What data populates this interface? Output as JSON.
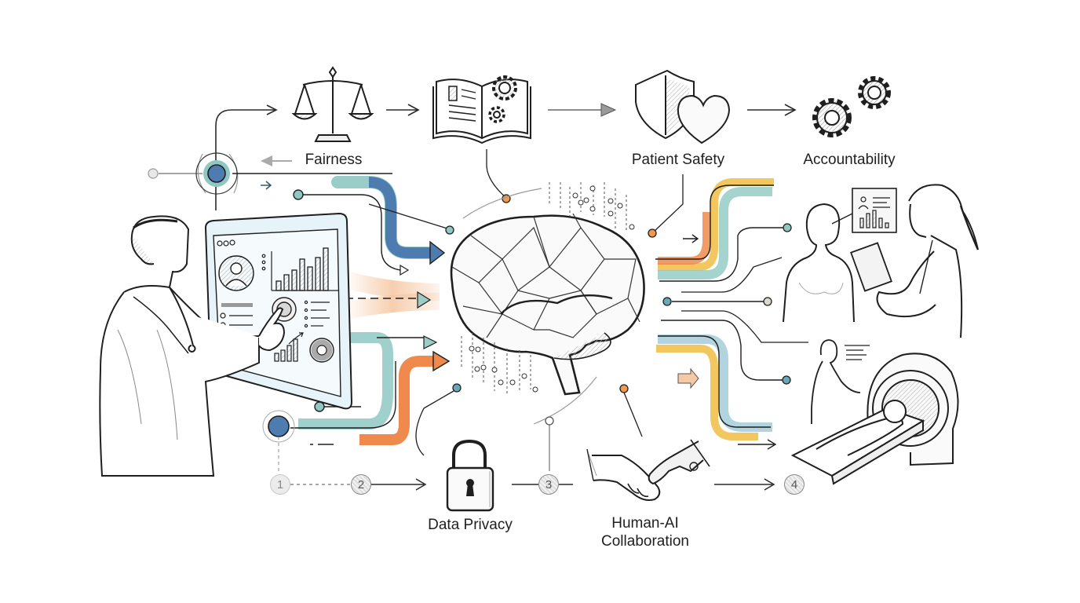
{
  "diagram": {
    "title": "",
    "theme_colors": {
      "blue": "#4f7cb0",
      "teal": "#8fc8c2",
      "orange": "#ef8a4c",
      "yellow": "#f2c14e",
      "light_blue": "#bfe1ef",
      "ink": "#1f1f1f",
      "grey": "#9a9a9a"
    },
    "center_node": {
      "icon": "brain-icon",
      "label": ""
    },
    "top_principles": [
      {
        "id": "fairness",
        "label": "Fairness",
        "icon": "scales-icon"
      },
      {
        "id": "transparency",
        "label": "",
        "icon": "book-gears-icon"
      },
      {
        "id": "patient-safety",
        "label": "Patient Safety",
        "icon": "shield-heart-icon"
      },
      {
        "id": "accountability",
        "label": "Accountability",
        "icon": "gears-icon"
      }
    ],
    "bottom_principles": [
      {
        "id": "data-privacy",
        "label": "Data Privacy",
        "icon": "padlock-icon"
      },
      {
        "id": "human-ai",
        "label_line1": "Human-AI",
        "label_line2": "Collaboration",
        "icon": "handshake-icon"
      }
    ],
    "steps": [
      "1",
      "2",
      "3",
      "4"
    ],
    "left_scene": {
      "figure": "doctor-icon",
      "screen": "dashboard-screen"
    },
    "right_scene": {
      "patient": "patient-icon",
      "clinician": "clinician-tablet-icon",
      "scanner": "mri-scanner-icon",
      "report": "report-card-icon"
    }
  }
}
